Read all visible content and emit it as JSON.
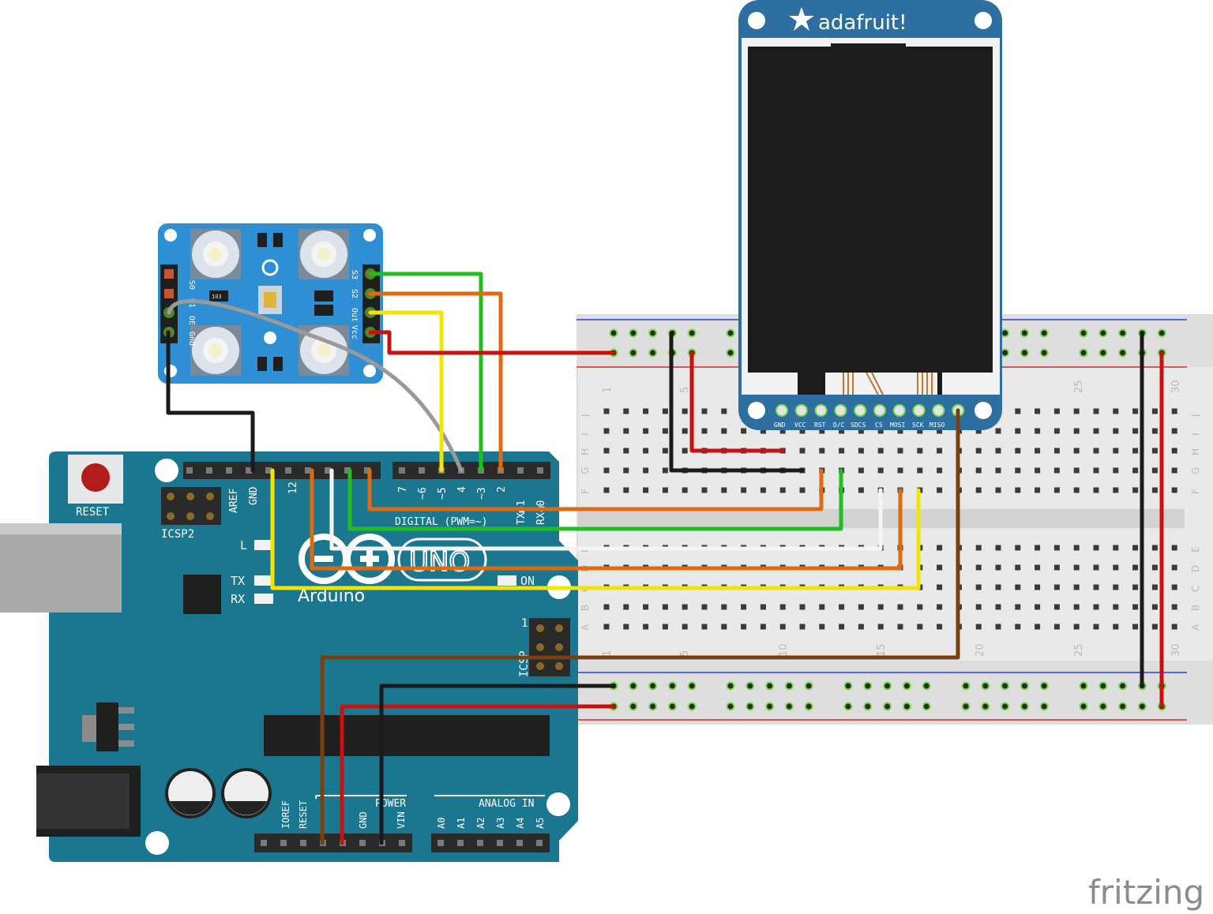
{
  "arduino": {
    "reset_label": "RESET",
    "icsp2_label": "ICSP2",
    "icsp_label": "ICSP",
    "icsp_pin1": "1",
    "aref": "AREF",
    "gnd": "GND",
    "pin12": "12",
    "pin7": "7",
    "pin6": "~6",
    "pin5": "~5",
    "pin4": "4",
    "pin3": "~3",
    "pin2": "2",
    "tx1": "TX▶1",
    "rx0": "RX◀0",
    "digital_label": "DIGITAL (PWM=~)",
    "led_l": "L",
    "led_tx": "TX",
    "led_rx": "RX",
    "led_on": "ON",
    "brand": "Arduino",
    "model": "UNO",
    "power_label": "POWER",
    "analog_label": "ANALOG IN",
    "ioref": "IOREF",
    "reset_pin": "RESET",
    "gnd_pin": "GND",
    "vin": "VIN",
    "a0": "A0",
    "a1": "A1",
    "a2": "A2",
    "a3": "A3",
    "a4": "A4",
    "a5": "A5"
  },
  "sensor": {
    "pins_left": [
      "S0",
      "S1",
      "OE",
      "Gnd"
    ],
    "pins_right": [
      "S3",
      "S2",
      "Out",
      "Vcc"
    ],
    "resistor_code": "103"
  },
  "display": {
    "brand": "adafruit!",
    "pins": [
      "GND",
      "VCC",
      "RST",
      "D/C",
      "SDCS",
      "CS",
      "MOSI",
      "SCK",
      "MISO"
    ]
  },
  "breadboard": {
    "col_numbers": [
      "1",
      "5",
      "10",
      "15",
      "20",
      "25",
      "30"
    ],
    "row_letters_top": [
      "J",
      "I",
      "H",
      "G",
      "F"
    ],
    "row_letters_bottom": [
      "E",
      "D",
      "C",
      "B",
      "A"
    ]
  },
  "watermark": "fritzing",
  "colors": {
    "board_teal": "#1b7790",
    "sensor_blue": "#2e8fd4",
    "display_navy": "#2d6fa0",
    "wire_black": "#1a1a1a",
    "wire_red": "#c8120f",
    "wire_green": "#1fbf1f",
    "wire_orange": "#e06a10",
    "wire_yellow": "#f2e600",
    "wire_white": "#f4f4f4",
    "wire_gray": "#9a9a9a",
    "wire_brown": "#7a3f0f"
  }
}
